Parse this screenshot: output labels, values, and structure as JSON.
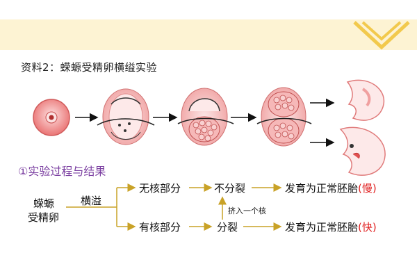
{
  "header": {
    "heading": "资料2：蝾螈受精卵横缢实验"
  },
  "section": {
    "title": "①实验过程与结果"
  },
  "flow": {
    "source": [
      "蝾螈",
      "受精卵"
    ],
    "step": "横溢",
    "branch_top": {
      "part": "无核部分",
      "result": "不分裂",
      "outcome": "发育为正常胚胎",
      "speed": "慢"
    },
    "branch_bottom": {
      "part": "有核部分",
      "result": "分裂",
      "outcome": "发育为正常胚胎",
      "speed": "快"
    },
    "annotation": "挤入一个核",
    "paren_open": "(",
    "paren_close": ")"
  },
  "colors": {
    "banner": "#fdf3d3",
    "chevron": "#f2c94c",
    "title": "#7b3fa1",
    "arrow": "#c9a227",
    "highlight": "#e02020",
    "cell_fill": "#f4a3a3",
    "cell_stroke": "#c05050"
  }
}
